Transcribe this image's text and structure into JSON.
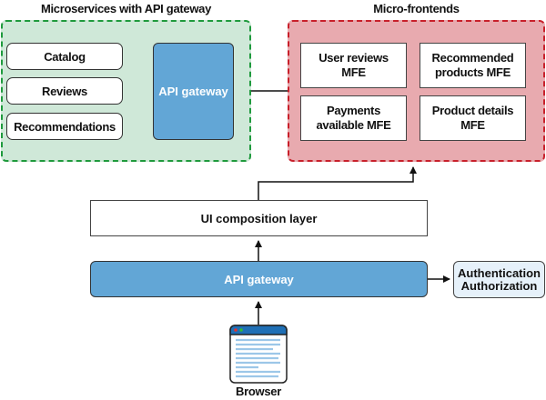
{
  "microservices_group": {
    "title": "Microservices with API gateway",
    "color": "#1f9a3d",
    "fill": "#cfe8d8",
    "services": [
      {
        "label": "Catalog"
      },
      {
        "label": "Reviews"
      },
      {
        "label": "Recommendations"
      }
    ],
    "gateway_label": "API gateway"
  },
  "microfrontends_group": {
    "title": "Micro-frontends",
    "color": "#c8202b",
    "fill": "#e8aaaf",
    "mfes": [
      {
        "line1": "User reviews",
        "line2": "MFE"
      },
      {
        "line1": "Recommended",
        "line2": "products MFE"
      },
      {
        "line1": "Payments",
        "line2": "available MFE"
      },
      {
        "line1": "Product details",
        "line2": "MFE"
      }
    ]
  },
  "ui_composition_layer": {
    "label": "UI composition layer"
  },
  "api_gateway": {
    "label": "API gateway",
    "color": "#62a6d6"
  },
  "auth": {
    "line1": "Authentication",
    "line2": "Authorization"
  },
  "browser": {
    "label": "Browser"
  }
}
